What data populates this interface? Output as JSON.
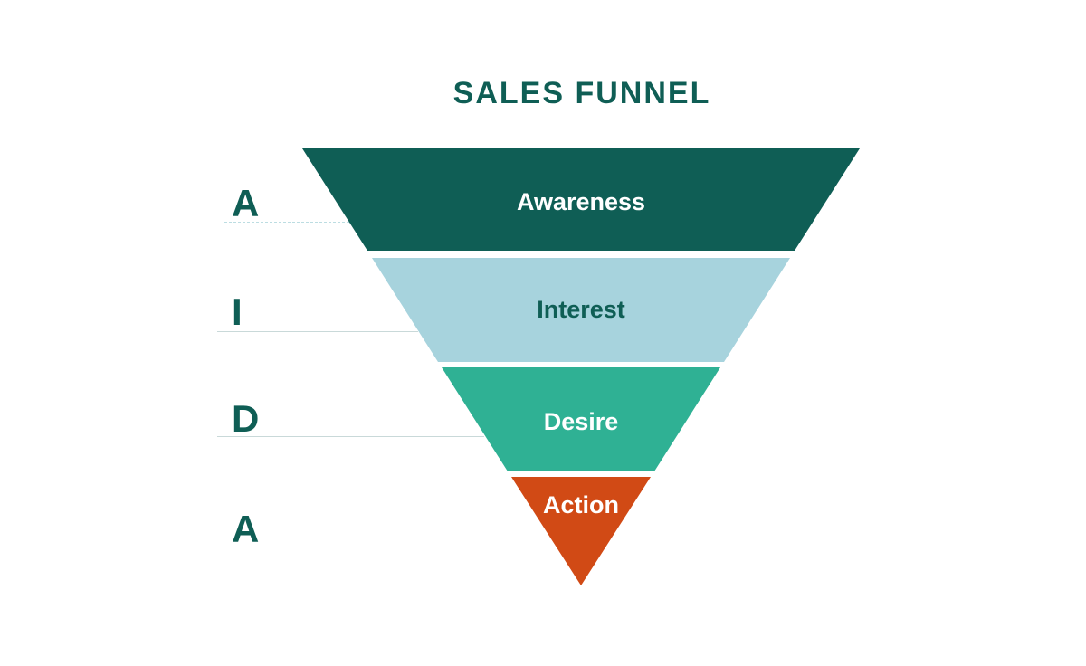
{
  "title": "SALES FUNNEL",
  "colors": {
    "dark_teal": "#0F5E55",
    "light_blue": "#A7D3DD",
    "green": "#2FB194",
    "orange": "#D14A15",
    "white": "#FFFFFF",
    "guide_line": "#C9D9D9",
    "guide_line_dashed": "#BCDDE2"
  },
  "funnel": {
    "segments": [
      {
        "label": "Awareness",
        "color": "#0F5E55",
        "text_color": "#FFFFFF"
      },
      {
        "label": "Interest",
        "color": "#A7D3DD",
        "text_color": "#0F5E55"
      },
      {
        "label": "Desire",
        "color": "#2FB194",
        "text_color": "#FFFFFF"
      },
      {
        "label": "Action",
        "color": "#D14A15",
        "text_color": "#FFFFFF"
      }
    ]
  },
  "acronym": [
    {
      "letter": "A"
    },
    {
      "letter": "I"
    },
    {
      "letter": "D"
    },
    {
      "letter": "A"
    }
  ]
}
